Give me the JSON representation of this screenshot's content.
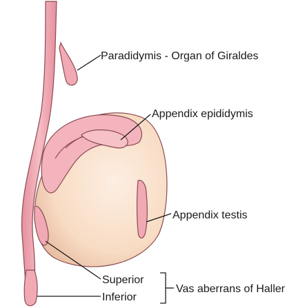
{
  "labels": {
    "paradidymis": "Paradidymis - Organ of Giraldes",
    "appendix_epididymis": "Appendix epididymis",
    "appendix_testis": "Appendix testis",
    "superior": "Superior",
    "inferior": "Inferior",
    "vas_aberrans": "Vas aberrans of Haller"
  },
  "colors": {
    "testis_fill": "#f8dcc4",
    "epididymis_fill": "#f3b4bd",
    "duct_fill": "#f1a9b4",
    "outline": "#8a4b52",
    "text": "#1a1a1a"
  }
}
